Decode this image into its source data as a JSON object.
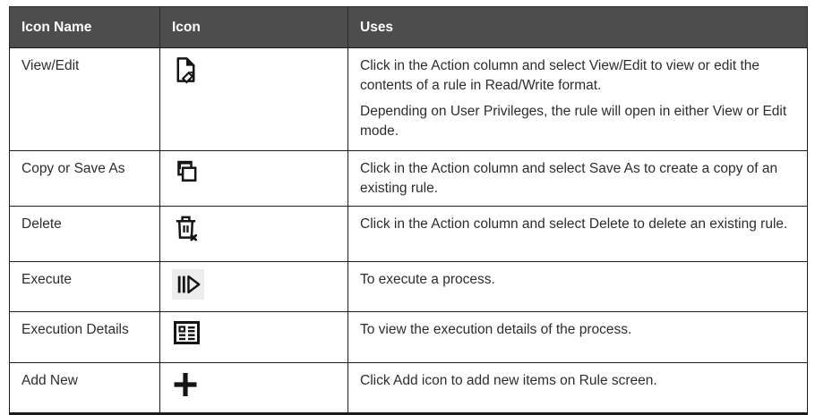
{
  "colors": {
    "header_bg": "#4d4d4d",
    "header_text": "#ffffff",
    "body_text": "#2d2d2d",
    "border": "#1c1c1c",
    "icon": "#151515",
    "execute_icon_bg": "#ededed"
  },
  "table": {
    "columns": [
      {
        "label": "Icon Name"
      },
      {
        "label": "Icon"
      },
      {
        "label": "Uses"
      }
    ],
    "rows": [
      {
        "name": "View/Edit",
        "icon": "view-edit-icon",
        "uses": [
          "Click in the Action column and select View/Edit to view or edit the contents of a rule in Read/Write format.",
          "Depending on User Privileges, the rule will open in either View or Edit mode."
        ]
      },
      {
        "name": "Copy or Save As",
        "icon": "copy-icon",
        "uses": [
          "Click in the Action column and select Save As to create a copy of an existing rule."
        ]
      },
      {
        "name": "Delete",
        "icon": "delete-icon",
        "uses": [
          "Click in the Action column and select Delete to delete an existing rule."
        ]
      },
      {
        "name": "Execute",
        "icon": "execute-icon",
        "uses": [
          "To execute a process."
        ]
      },
      {
        "name": "Execution Details",
        "icon": "execution-details-icon",
        "uses": [
          "To view the execution details of the process."
        ]
      },
      {
        "name": "Add New",
        "icon": "add-new-icon",
        "uses": [
          "Click Add icon to add new items on Rule screen."
        ]
      }
    ]
  }
}
